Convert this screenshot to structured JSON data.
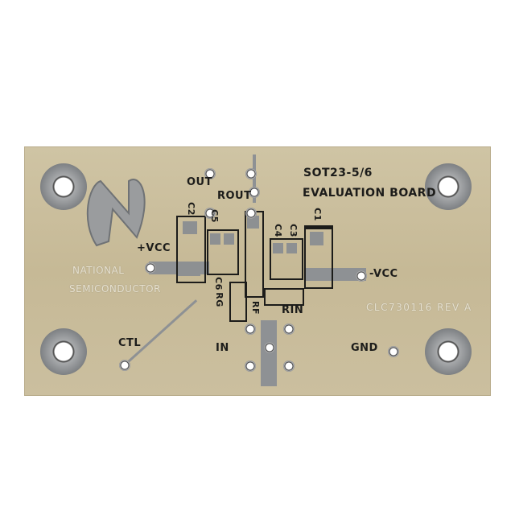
{
  "board": {
    "title_line1": "SOT23-5/6",
    "title_line2": "EVALUATION BOARD",
    "manufacturer_line1": "NATIONAL",
    "manufacturer_line2": "SEMICONDUCTOR",
    "part_number": "CLC730116 REV A",
    "labels": {
      "out": "OUT",
      "rout": "ROUT",
      "vcc_pos": "+VCC",
      "vcc_neg": "-VCC",
      "ctl": "CTL",
      "in": "IN",
      "gnd": "GND",
      "c1": "C1",
      "c2": "C2",
      "c3": "C3",
      "c4": "C4",
      "c5": "C5",
      "c6": "C6",
      "rg": "RG",
      "rf": "RF",
      "rin": "RIN"
    },
    "colors": {
      "substrate": "#c9bd9c",
      "silkscreen": "#1c1c1a",
      "tin": "#8e9194"
    }
  }
}
